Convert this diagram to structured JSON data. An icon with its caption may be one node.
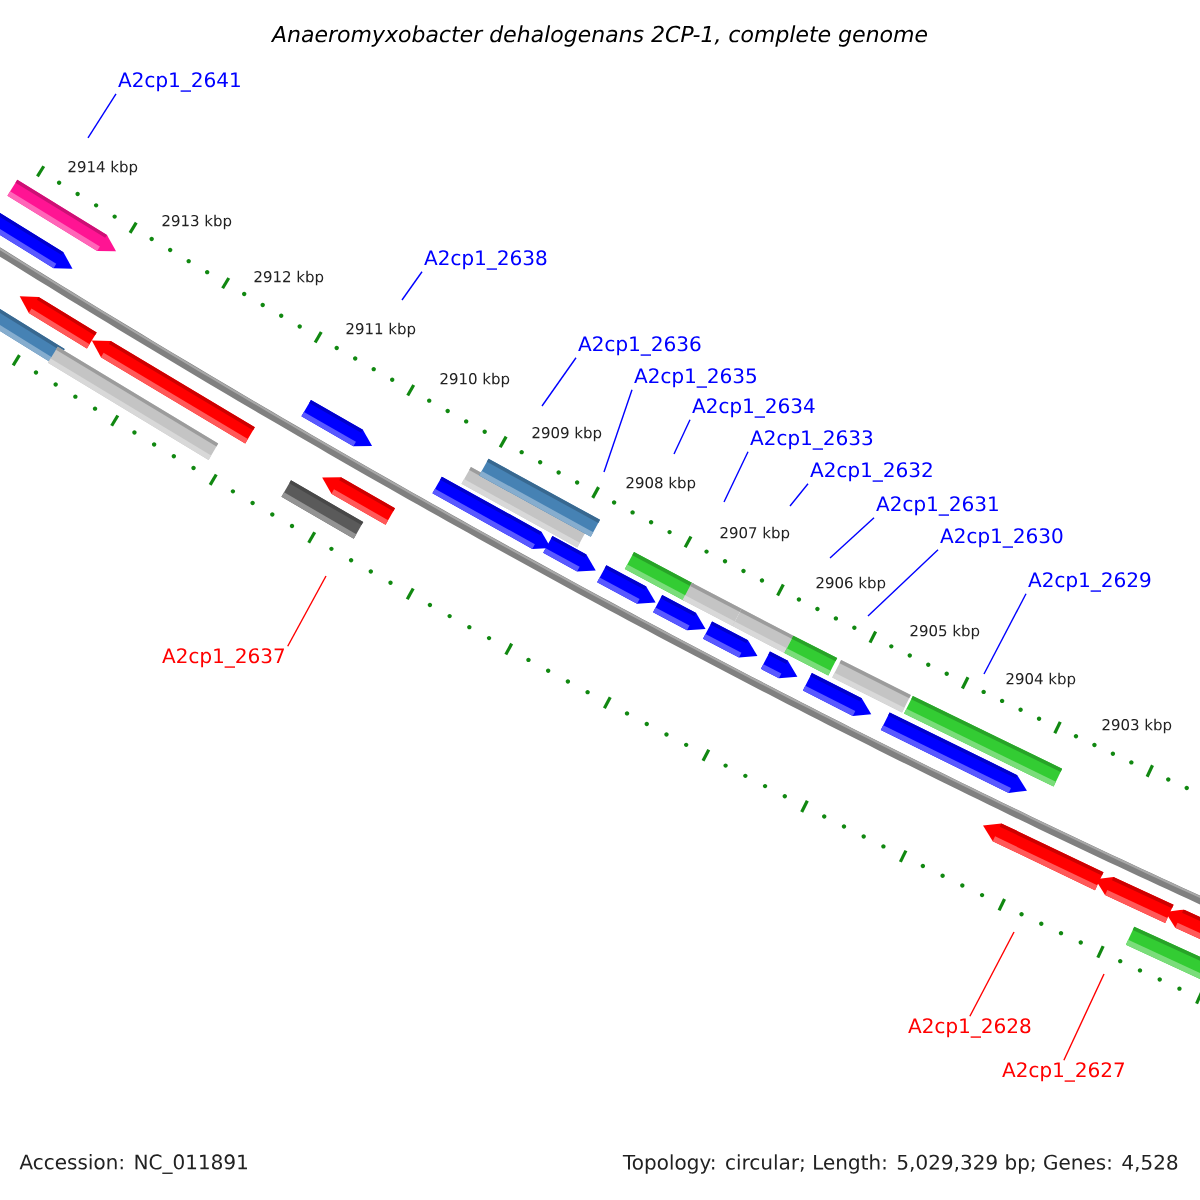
{
  "diagram": {
    "title": "Anaeromyxobacter dehalogenans 2CP-1, complete genome",
    "nodes": [
      {
        "text": [
          "A2cp1_2641"
        ]
      },
      {
        "text": [
          "A2cp1_2638"
        ]
      },
      {
        "text": [
          "A2cp1_2636"
        ]
      },
      {
        "text": [
          "A2cp1_2635"
        ]
      },
      {
        "text": [
          "A2cp1_2634"
        ]
      },
      {
        "text": [
          "A2cp1_2633"
        ]
      },
      {
        "text": [
          "A2cp1_2632"
        ]
      },
      {
        "text": [
          "A2cp1_2631"
        ]
      },
      {
        "text": [
          "A2cp1_2630"
        ]
      },
      {
        "text": [
          "A2cp1_2629"
        ]
      },
      {
        "text": [
          "A2cp1_2637"
        ]
      },
      {
        "text": [
          "A2cp1_2628"
        ]
      },
      {
        "text": [
          "A2cp1_2627"
        ]
      }
    ],
    "edges": [
      {
        "from": 0,
        "to": null,
        "arrow": "none"
      },
      {
        "from": 1,
        "to": null,
        "arrow": "none"
      },
      {
        "from": 2,
        "to": null,
        "arrow": "none"
      },
      {
        "from": 3,
        "to": null,
        "arrow": "none"
      },
      {
        "from": 4,
        "to": null,
        "arrow": "none"
      },
      {
        "from": 5,
        "to": null,
        "arrow": "none"
      },
      {
        "from": 6,
        "to": null,
        "arrow": "none"
      },
      {
        "from": 7,
        "to": null,
        "arrow": "none"
      },
      {
        "from": 8,
        "to": null,
        "arrow": "none"
      },
      {
        "from": 9,
        "to": null,
        "arrow": "none"
      },
      {
        "from": 10,
        "to": null,
        "arrow": "none",
        "color": "#ff0000"
      },
      {
        "from": 11,
        "to": null,
        "arrow": "none",
        "color": "#ff0000"
      },
      {
        "from": 12,
        "to": null,
        "arrow": "none",
        "color": "#ff0000"
      }
    ],
    "labels": [
      "2914 kbp",
      "2913 kbp",
      "2912 kbp",
      "2911 kbp",
      "2910 kbp",
      "2909 kbp",
      "2908 kbp",
      "2907 kbp",
      "2906 kbp",
      "2905 kbp",
      "2904 kbp",
      "2903 kbp",
      "Accession: NC_011891",
      "Topology: circular; Length: 5,029,329 bp; Genes: 4,528"
    ]
  }
}
